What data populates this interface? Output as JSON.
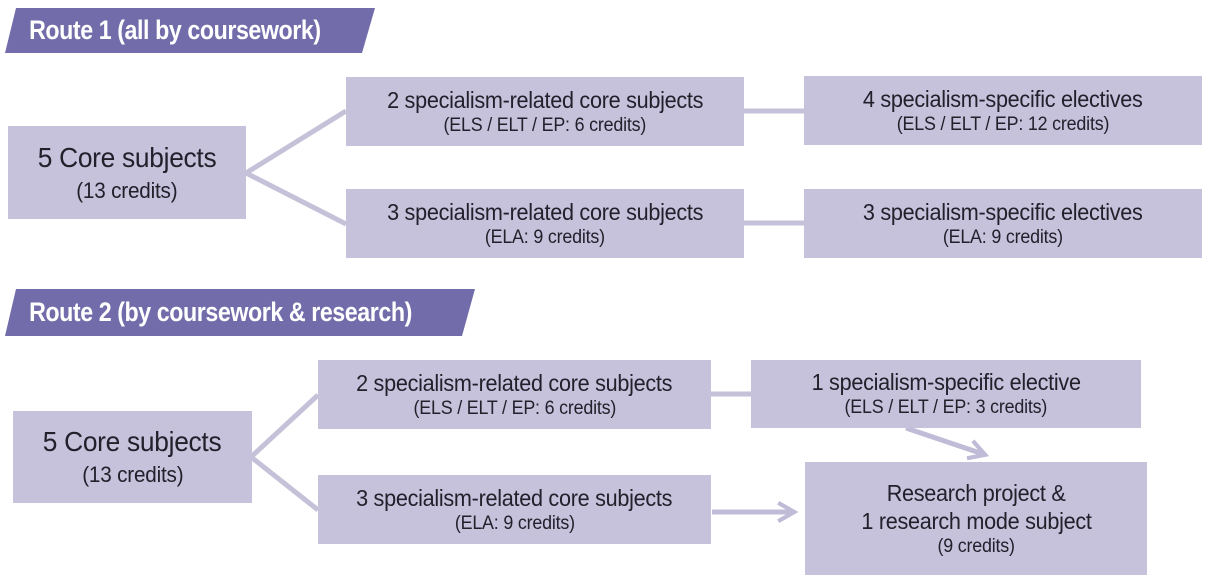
{
  "colors": {
    "banner_bg": "#726daa",
    "banner_text": "#ffffff",
    "box_bg": "#c6c2dc",
    "box_text": "#22202b",
    "connector": "#c5c1d8"
  },
  "routes": [
    {
      "header": "Route 1 (all by coursework)",
      "source": {
        "title": "5 Core subjects",
        "subtitle": "(13 credits)"
      },
      "branches": [
        {
          "mid": {
            "title": "2 specialism-related core subjects",
            "subtitle": "(ELS / ELT / EP: 6 credits)"
          },
          "end": {
            "title": "4 specialism-specific electives",
            "subtitle": "(ELS / ELT / EP: 12 credits)"
          }
        },
        {
          "mid": {
            "title": "3 specialism-related core subjects",
            "subtitle": "(ELA: 9 credits)"
          },
          "end": {
            "title": "3 specialism-specific electives",
            "subtitle": "(ELA: 9 credits)"
          }
        }
      ]
    },
    {
      "header": "Route 2 (by coursework & research)",
      "source": {
        "title": "5 Core subjects",
        "subtitle": "(13 credits)"
      },
      "branches": [
        {
          "mid": {
            "title": "2 specialism-related core subjects",
            "subtitle": "(ELS / ELT / EP: 6 credits)"
          },
          "end": {
            "title": "1 specialism-specific elective",
            "subtitle": "(ELS / ELT / EP: 3 credits)"
          }
        },
        {
          "mid": {
            "title": "3 specialism-related core subjects",
            "subtitle": "(ELA: 9 credits)"
          }
        }
      ],
      "merge": {
        "title": "Research project &",
        "line2": "1 research mode subject",
        "subtitle": "(9 credits)"
      }
    }
  ]
}
